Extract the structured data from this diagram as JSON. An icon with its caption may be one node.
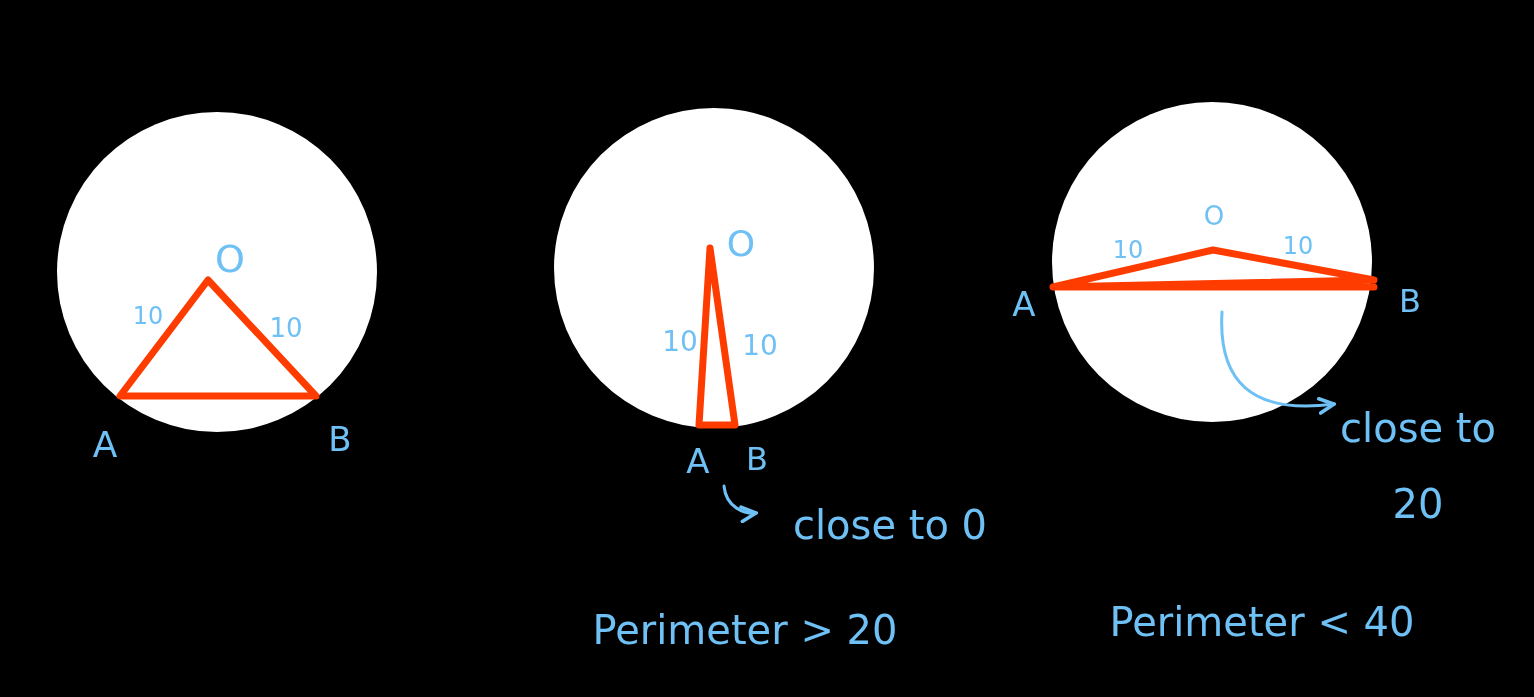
{
  "diagram": {
    "nodes": [
      {
        "text": [
          "close to 0"
        ]
      },
      {
        "text": [
          "close to 20"
        ]
      }
    ],
    "edges": [
      {
        "from": null,
        "to": 0,
        "arrow": "to"
      },
      {
        "from": null,
        "to": 1,
        "arrow": "to"
      }
    ],
    "labels": [
      "O",
      "10",
      "10",
      "A",
      "B",
      "O",
      "10",
      "10",
      "A",
      "B",
      "O",
      "10",
      "10",
      "A",
      "B",
      "Perimeter > 20",
      "Perimeter < 40"
    ]
  }
}
